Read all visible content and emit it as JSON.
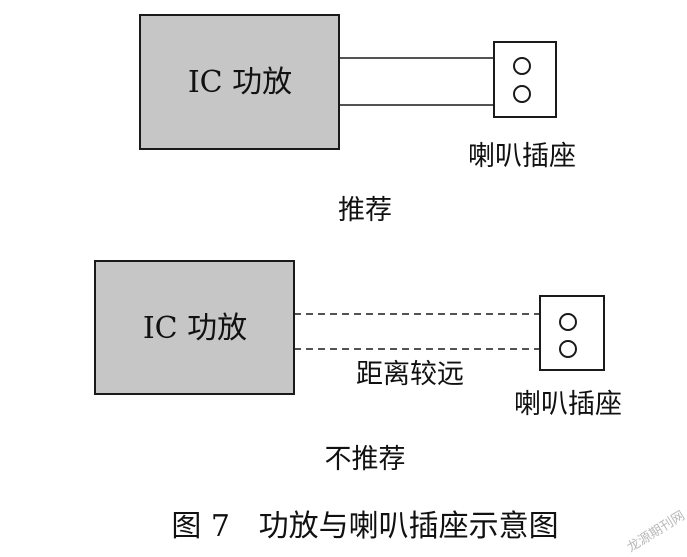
{
  "recommended": {
    "amp_label": "IC 功放",
    "socket_label": "喇叭插座",
    "caption": "推荐"
  },
  "not_recommended": {
    "amp_label": "IC 功放",
    "socket_label": "喇叭插座",
    "distance_label": "距离较远",
    "caption": "不推荐"
  },
  "figure_caption": "图 7   功放与喇叭插座示意图",
  "watermark": "龙源期刊网"
}
